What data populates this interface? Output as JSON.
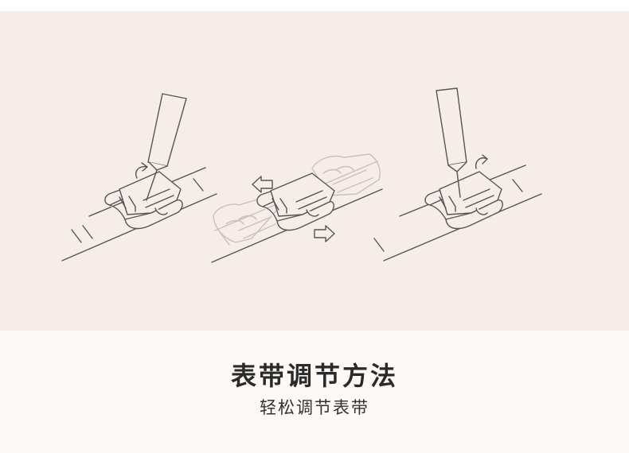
{
  "title": "表带调节方法",
  "subtitle": "轻松调节表带",
  "colors": {
    "panel_background": "#f6ede9",
    "page_background": "#fdf9f7",
    "line_art": "#555555",
    "ghost_line_art": "#c9c0bc"
  },
  "steps": [
    {
      "action": "remove-pin",
      "icon": "tool-pushing-pin-icon",
      "arrow": "arrow-up-icon"
    },
    {
      "action": "move-links",
      "icon": "double-arrow-icon"
    },
    {
      "action": "insert-pin",
      "icon": "tool-pushing-pin-icon",
      "arrow": "arrow-down-icon"
    }
  ]
}
